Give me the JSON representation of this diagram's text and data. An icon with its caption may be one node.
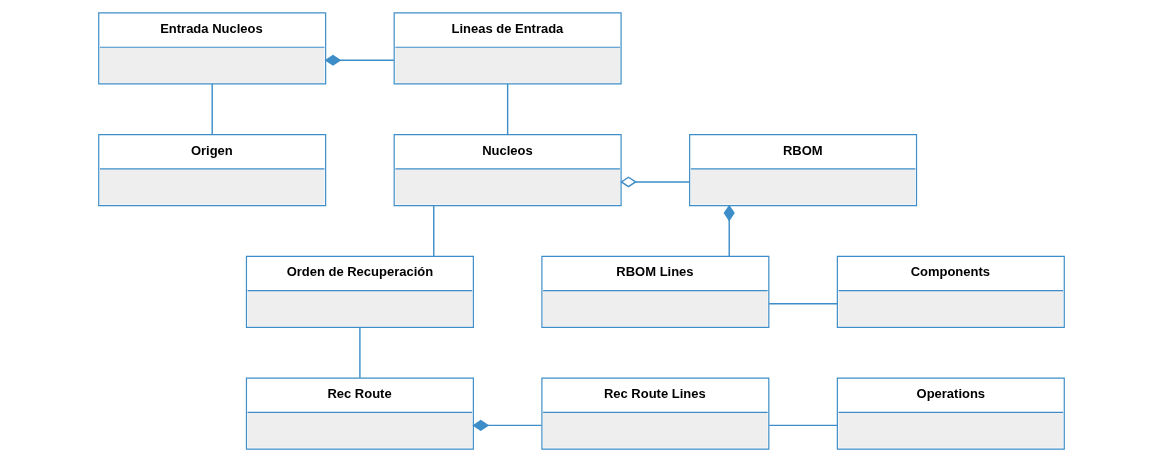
{
  "diagram": {
    "nodes": [
      {
        "text": [
          "Entrada Nucleos"
        ]
      },
      {
        "text": [
          "Lineas de Entrada"
        ]
      },
      {
        "text": [
          "Origen"
        ]
      },
      {
        "text": [
          "Nucleos"
        ]
      },
      {
        "text": [
          "RBOM"
        ]
      },
      {
        "text": [
          "Orden de Recuperación"
        ]
      },
      {
        "text": [
          "RBOM Lines"
        ]
      },
      {
        "text": [
          "Components"
        ]
      },
      {
        "text": [
          "Rec Route"
        ]
      },
      {
        "text": [
          "Rec Route Lines"
        ]
      },
      {
        "text": [
          "Operations"
        ]
      }
    ],
    "edges": [
      {
        "from": 1,
        "to": 0,
        "arrow": "other"
      },
      {
        "from": 0,
        "to": 2,
        "arrow": "none"
      },
      {
        "from": 1,
        "to": 3,
        "arrow": "none"
      },
      {
        "from": 4,
        "to": 3,
        "arrow": "other"
      },
      {
        "from": 3,
        "to": 5,
        "arrow": "none"
      },
      {
        "from": 6,
        "to": 4,
        "arrow": "other"
      },
      {
        "from": 6,
        "to": 7,
        "arrow": "none"
      },
      {
        "from": 5,
        "to": 8,
        "arrow": "none"
      },
      {
        "from": 9,
        "to": 8,
        "arrow": "other"
      },
      {
        "from": 9,
        "to": 10,
        "arrow": "none"
      }
    ]
  }
}
